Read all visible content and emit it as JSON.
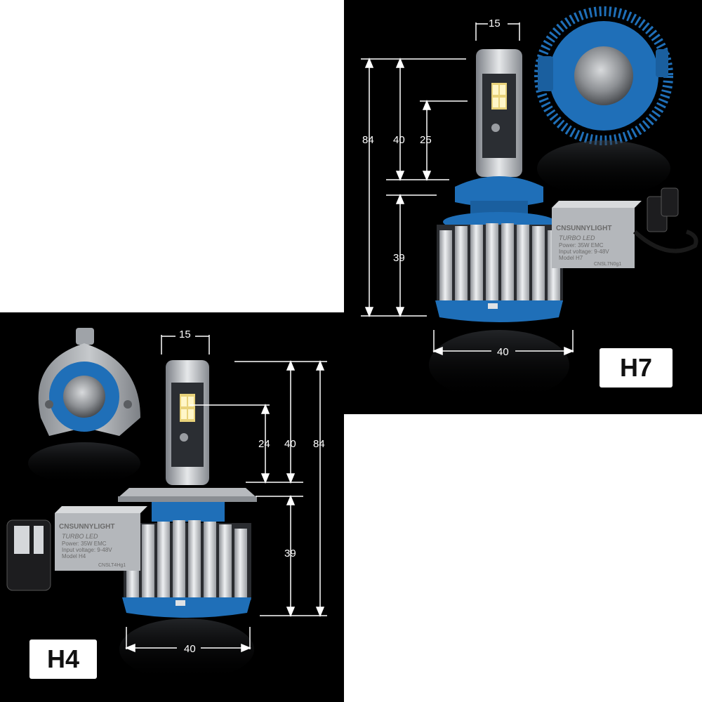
{
  "products": [
    {
      "model_badge": "H7",
      "dimensions": {
        "head_width": "15",
        "total_length": "84",
        "upper_length": "40",
        "chip_length": "25",
        "lower_length": "39",
        "base_width": "40"
      },
      "driver_label": [
        "CNSUNNYLIGHT",
        "TURBO LED",
        "Power: 35W  EMC",
        "Input voltage: 9-48V",
        "Model H7",
        "CNSL7N0g1"
      ]
    },
    {
      "model_badge": "H4",
      "dimensions": {
        "head_width": "15",
        "chip_length": "24",
        "upper_length": "40",
        "total_length": "84",
        "lower_length": "39",
        "base_width": "40"
      },
      "driver_label": [
        "CNSUNNYLIGHT",
        "TURBO LED",
        "Power: 35W  EMC",
        "Input voltage: 9-48V",
        "Model H4",
        "CNSLT4Hg1"
      ]
    }
  ],
  "colors": {
    "panel_bg": "#000000",
    "blue_base": "#1f6fb8",
    "fins": "#c9ccd0",
    "dimension_lines": "#ffffff"
  }
}
